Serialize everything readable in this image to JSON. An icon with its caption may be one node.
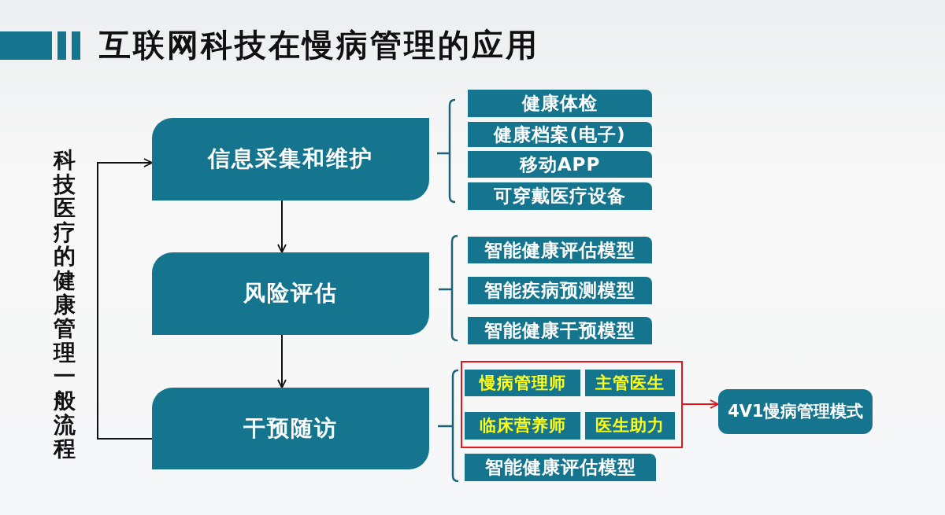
{
  "diagram": {
    "title": "互联网科技在慢病管理的应用",
    "nodes": [
      {
        "text": [
          "信息采集和维护"
        ]
      },
      {
        "text": [
          "风险评估"
        ]
      },
      {
        "text": [
          "干预随访"
        ]
      },
      {
        "text": [
          "健康体检"
        ]
      },
      {
        "text": [
          "健康档案(电子)"
        ]
      },
      {
        "text": [
          "移动APP"
        ]
      },
      {
        "text": [
          "可穿戴医疗设备"
        ]
      },
      {
        "text": [
          "智能健康评估模型"
        ]
      },
      {
        "text": [
          "智能疾病预测模型"
        ]
      },
      {
        "text": [
          "智能健康干预模型"
        ]
      },
      {
        "text": [],
        "shape": "box"
      },
      {
        "text": [
          "慢病管理师"
        ],
        "in": 10
      },
      {
        "text": [
          "主管医生"
        ],
        "in": 10
      },
      {
        "text": [
          "临床营养师"
        ],
        "in": 10
      },
      {
        "text": [
          "医生助力"
        ],
        "in": 10
      },
      {
        "text": [
          "智能健康评估模型"
        ]
      },
      {
        "text": [
          "4V1慢病管理模式"
        ]
      }
    ],
    "edges": [
      {
        "from": 0,
        "to": 1,
        "arrow": "to"
      },
      {
        "from": 1,
        "to": 2,
        "arrow": "to"
      },
      {
        "from": 2,
        "to": 0,
        "arrow": "to"
      },
      {
        "from": 10,
        "to": 16,
        "arrow": "to",
        "color": "#e8141b"
      }
    ],
    "labels": [
      "科技医疗的健康管理一般流程"
    ]
  }
}
